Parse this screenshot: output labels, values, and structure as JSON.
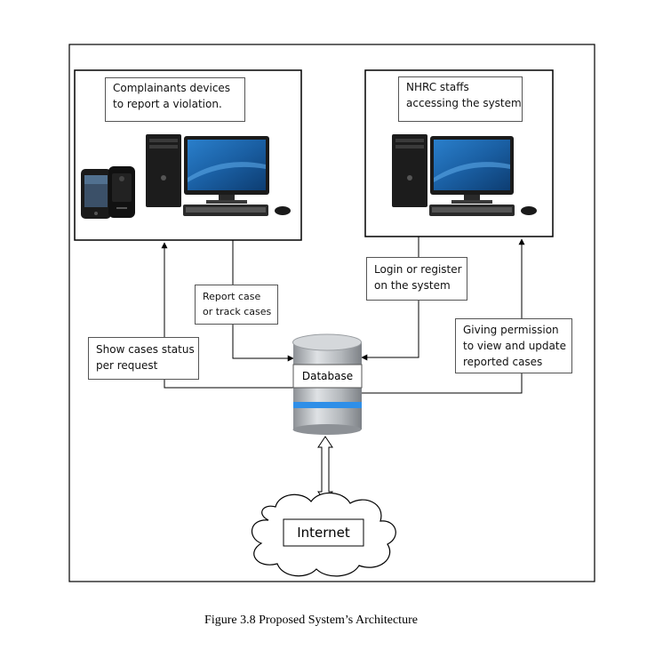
{
  "diagram": {
    "nodes": {
      "complainants": {
        "line1": "Complainants devices",
        "line2": "to report a violation."
      },
      "staff": {
        "line1": "NHRC staffs",
        "line2": "accessing the system"
      },
      "database": {
        "label": "Database"
      },
      "internet": {
        "label": "Internet"
      }
    },
    "edges": {
      "report": {
        "line1": "Report case",
        "line2": "or track cases"
      },
      "login": {
        "line1": "Login or register",
        "line2": "on the system"
      },
      "status": {
        "line1": "Show cases status",
        "line2": "per request"
      },
      "permission": {
        "line1": "Giving permission",
        "line2": "to view and update",
        "line3": "reported cases"
      }
    }
  },
  "caption": "Figure 3.8 Proposed System’s Architecture",
  "colors": {
    "monitor_screen": "#1f6fb5",
    "database_band": "#2f8fe8",
    "database_body": "#b9bcc0",
    "device_body": "#1a1a1a"
  }
}
